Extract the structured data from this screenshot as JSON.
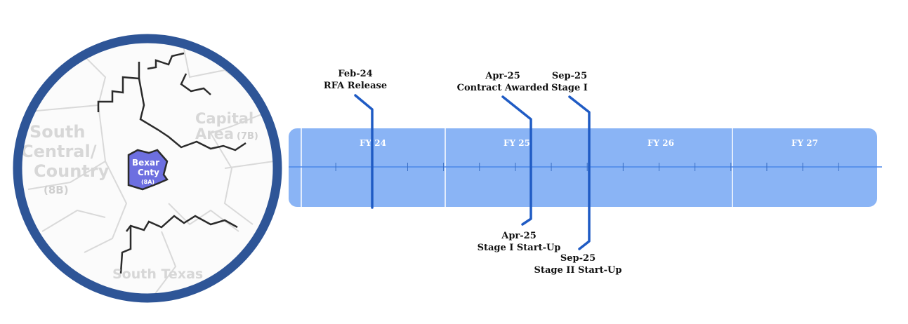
{
  "map": {
    "regions": [
      {
        "line1": "South",
        "line2": "Central/",
        "line3": "Country",
        "code": "(8B)"
      },
      {
        "line1": "Capital",
        "line2": "Area",
        "code": "(7B)"
      },
      {
        "line1": "South Texas"
      }
    ],
    "county": {
      "line1": "Bexar",
      "line2": "Cnty",
      "code": "(8A)"
    },
    "colors": {
      "ring": "#2e5597",
      "county_fill": "#6d6fe0",
      "border": "#2b2b2b"
    }
  },
  "timeline": {
    "colors": {
      "band": "#8ab4f5",
      "marker": "#1f5bc4",
      "axis": "#4a86e8"
    },
    "fiscal_years": [
      "FY 24",
      "FY 25",
      "FY 26",
      "FY 27"
    ],
    "milestones": [
      {
        "date": "Feb-24",
        "label": "RFA Release",
        "position": "above"
      },
      {
        "date": "Apr-25",
        "label": "Contract Awarded",
        "position": "above"
      },
      {
        "date": "Sep-25",
        "label": "Stage I",
        "position": "above"
      },
      {
        "date": "Apr-25",
        "label": "Stage I Start-Up",
        "position": "below"
      },
      {
        "date": "Sep-25",
        "label": "Stage II Start-Up",
        "position": "below"
      }
    ]
  }
}
